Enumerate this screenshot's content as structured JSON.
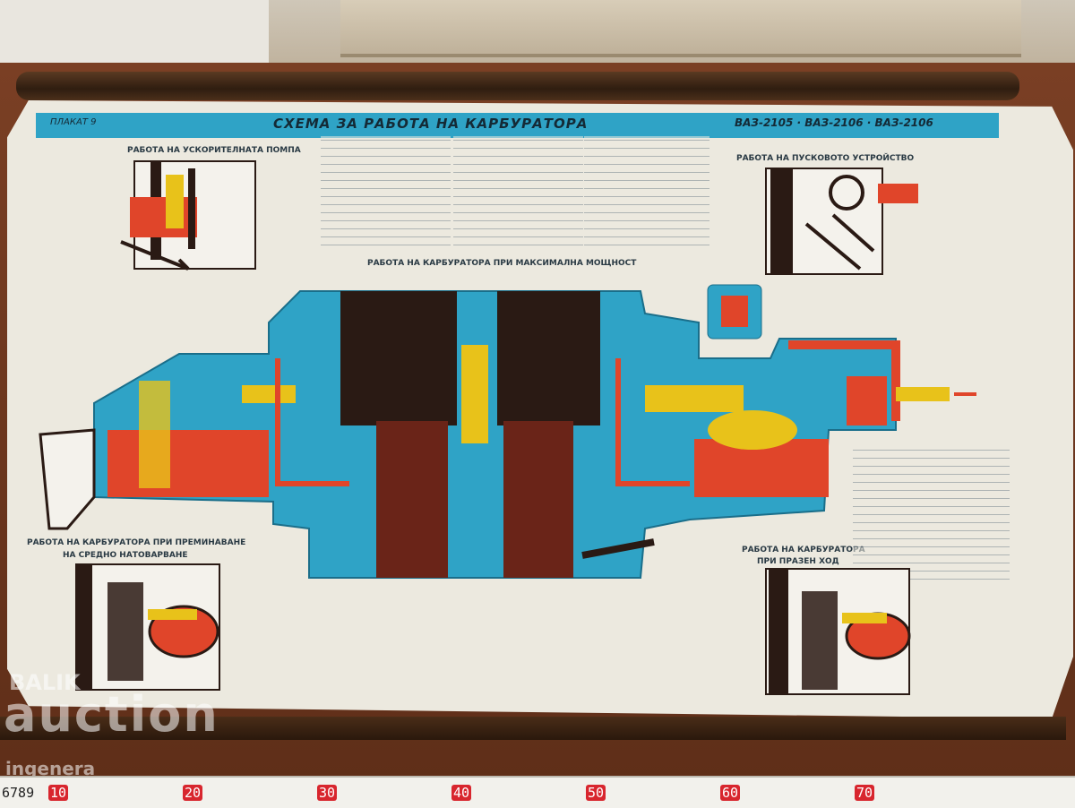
{
  "poster": {
    "title": "СХЕМА ЗА РАБОТА   НА КАРБУРАТОРА",
    "plakat": "ПЛАКАТ 9",
    "models": "ВАЗ-2105 · ВАЗ-2106 · ВАЗ-2106",
    "captions": {
      "pump": "РАБОТА НА УСКОРИТЕЛНАТА ПОМПА",
      "starter": "РАБОТА НА ПУСКОВОТО УСТРОЙСТВО",
      "max_power": "РАБОТА НА КАРБУРАТОРА ПРИ МАКСИМАЛНА МОЩНОСТ",
      "medium_load_1": "РАБОТА НА КАРБУРАТОРА ПРИ ПРЕМИНАВАНЕ",
      "medium_load_2": "НА СРЕДНО НАТОВАРВАНЕ",
      "idle_1": "РАБОТА НА КАРБУРАТОРА",
      "idle_2": "ПРИ ПРАЗЕН ХОД"
    }
  },
  "watermark": {
    "line1": "BALIK",
    "line2": "auction",
    "line3": "ingenera"
  },
  "ruler": {
    "digits": "6789",
    "labels": [
      "10",
      "20",
      "30",
      "40",
      "50",
      "60",
      "70"
    ]
  },
  "colors": {
    "blue": "#2fa3c6",
    "red": "#e0452a",
    "yellow": "#e8c21a",
    "dark": "#2a1a14",
    "paper": "#ece9df",
    "wood": "#6b3a22"
  }
}
